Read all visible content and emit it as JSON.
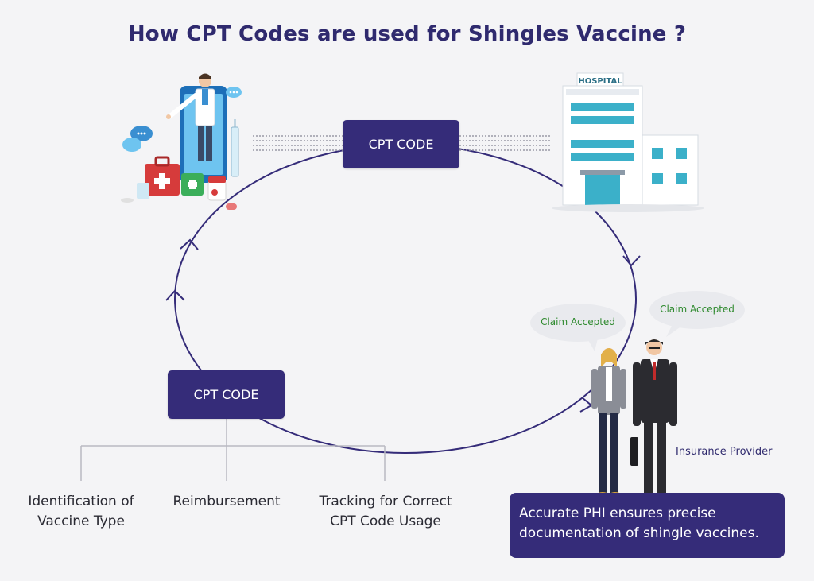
{
  "title": "How CPT Codes are used for Shingles Vaccine ?",
  "nodes": {
    "top_code": "CPT CODE",
    "bottom_code": "CPT CODE",
    "hospital_sign": "HOSPITAL",
    "insurance_label": "Insurance Provider"
  },
  "bubbles": {
    "left": "Claim Accepted",
    "right": "Claim Accepted"
  },
  "branches": [
    {
      "line1": "Identification of",
      "line2": "Vaccine Type"
    },
    {
      "line1": "Reimbursement",
      "line2": ""
    },
    {
      "line1": "Tracking for Correct",
      "line2": "CPT Code Usage"
    }
  ],
  "info": {
    "line1": "Accurate PHI ensures precise",
    "line2": "documentation of shingle vaccines."
  },
  "colors": {
    "primary": "#352c79",
    "claim_text": "#2f8a2f"
  }
}
